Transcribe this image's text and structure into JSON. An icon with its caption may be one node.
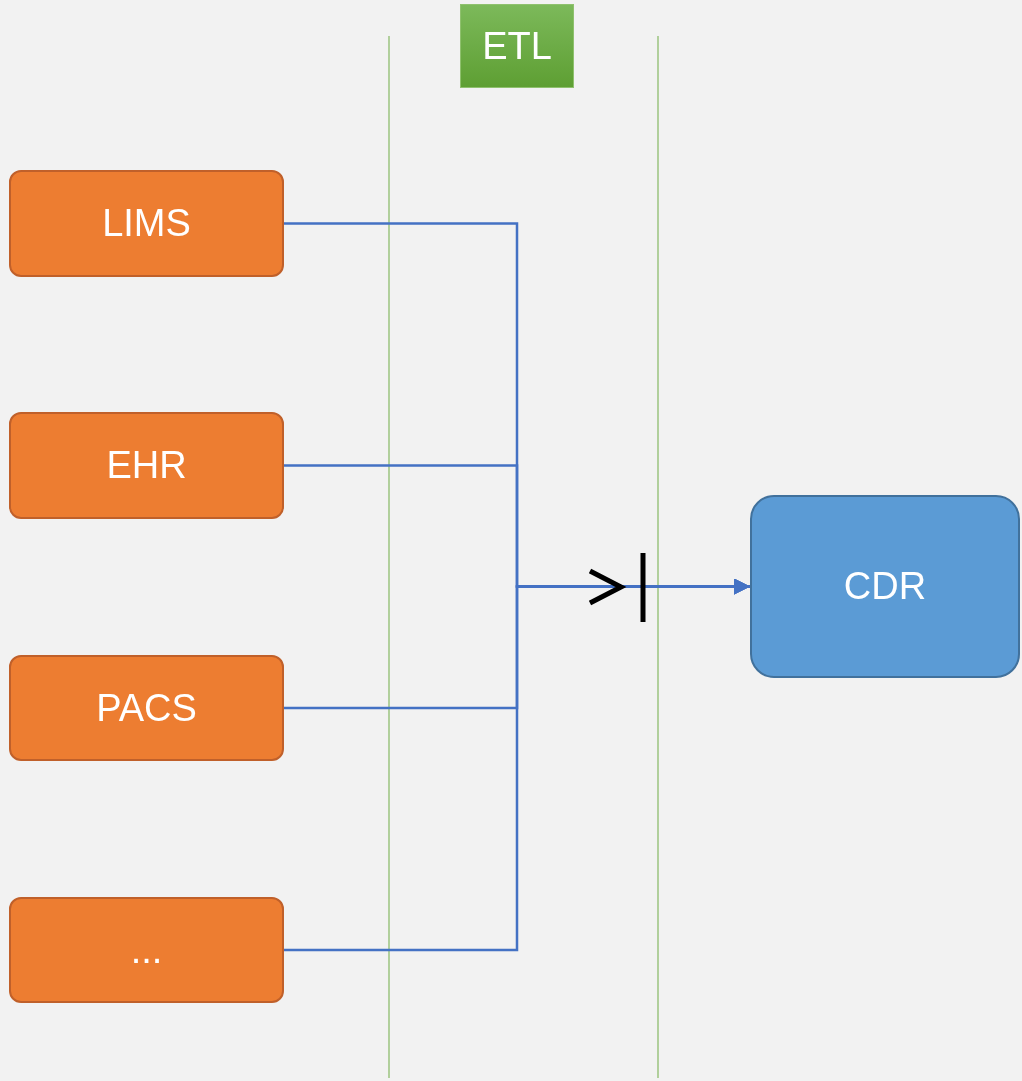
{
  "diagram": {
    "nodes": [
      {
        "text": [
          "ETL"
        ]
      },
      {
        "text": [
          "LIMS"
        ]
      },
      {
        "text": [
          "EHR"
        ]
      },
      {
        "text": [
          "PACS"
        ]
      },
      {
        "text": [
          "..."
        ]
      },
      {
        "text": [
          "CDR"
        ]
      }
    ],
    "edges": [
      {
        "from": 1,
        "to": 5,
        "arrow": "to"
      },
      {
        "from": 2,
        "to": 5,
        "arrow": "to"
      },
      {
        "from": 3,
        "to": 5,
        "arrow": "to"
      },
      {
        "from": 4,
        "to": 5,
        "arrow": "to"
      }
    ]
  }
}
